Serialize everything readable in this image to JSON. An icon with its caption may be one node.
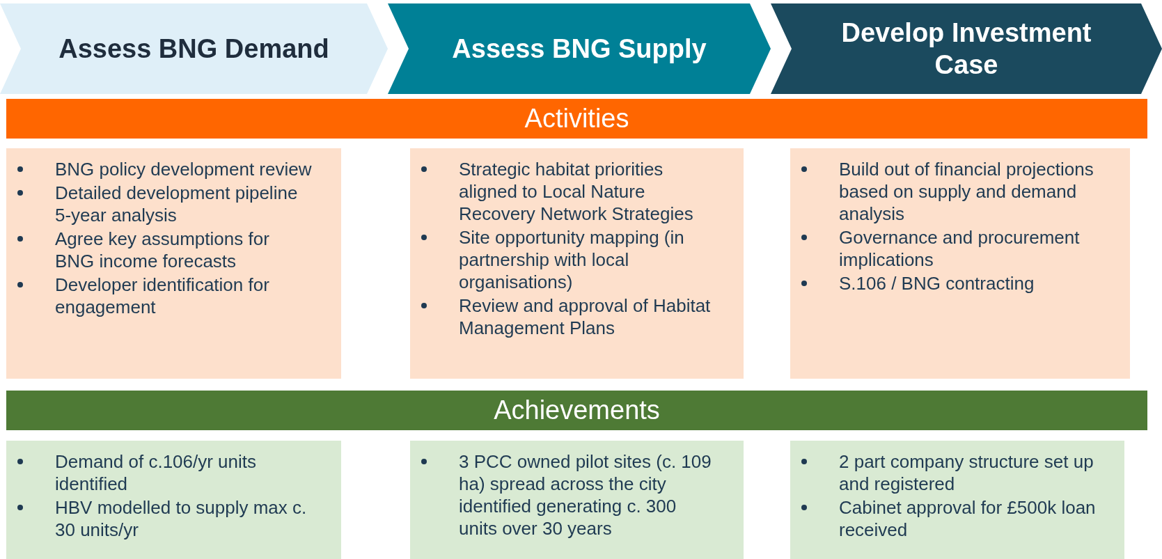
{
  "diagram": {
    "nodes": [
      {
        "text": [
          "Assess BNG Demand"
        ]
      },
      {
        "text": [
          "Assess BNG Supply"
        ]
      },
      {
        "text": [
          "Develop Investment Case"
        ]
      },
      {
        "text": [
          "Activities"
        ]
      },
      {
        "text": [
          "BNG policy development review",
          "Detailed development pipeline 5-year analysis",
          "Agree key assumptions for BNG income forecasts",
          "Developer identification for engagement"
        ]
      },
      {
        "text": [
          "Strategic habitat priorities aligned to Local Nature Recovery Network Strategies",
          "Site opportunity mapping (in partnership with local organisations)",
          "Review and approval of Habitat Management Plans"
        ]
      },
      {
        "text": [
          "Build out of financial projections based on supply and demand analysis",
          "Governance and procurement implications",
          "S.106 / BNG contracting"
        ]
      },
      {
        "text": [
          "Achievements"
        ]
      },
      {
        "text": [
          "Demand of c.106/yr units identified",
          "HBV modelled to supply max c. 30 units/yr"
        ]
      },
      {
        "text": [
          "3 PCC owned pilot sites (c. 109 ha) spread across the city identified generating c. 300 units over 30 years"
        ]
      },
      {
        "text": [
          "2 part company structure set up and registered",
          "Cabinet approval for £500k loan received"
        ]
      }
    ]
  }
}
